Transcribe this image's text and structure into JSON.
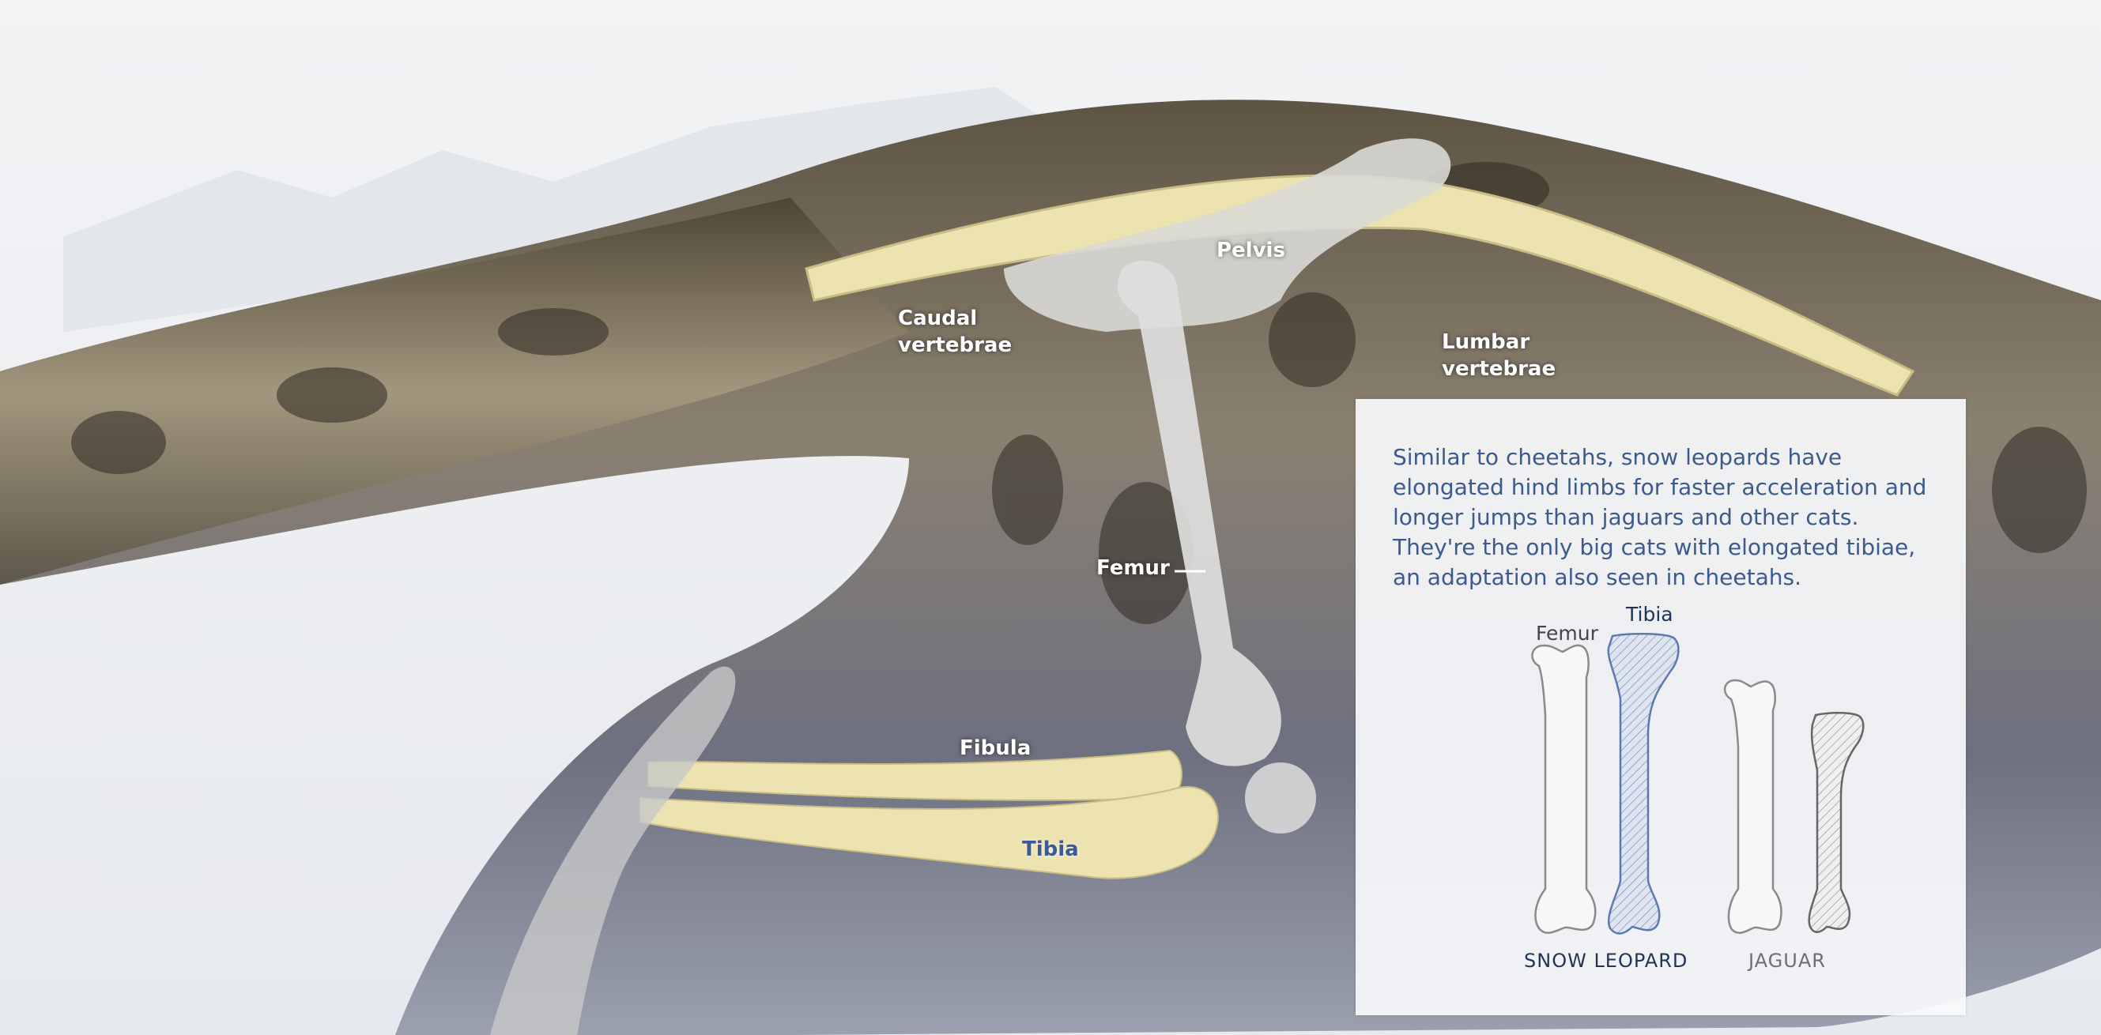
{
  "labels": {
    "pelvis": "Pelvis",
    "caudal_line1": "Caudal",
    "caudal_line2": "vertebrae",
    "lumbar_line1": "Lumbar",
    "lumbar_line2": "vertebrae",
    "femur": "Femur",
    "fibula": "Fibula",
    "tibia": "Tibia"
  },
  "infobox": {
    "text": "Similar to cheetahs, snow leopards have elongated hind limbs for faster acceleration and longer jumps than jaguars and other cats. They're the only big cats with elongated tibiae, an adaptation also seen in cheetahs.",
    "femur_label": "Femur",
    "tibia_label": "Tibia",
    "snow_leopard_label": "SNOW LEOPARD",
    "jaguar_label": "JAGUAR"
  },
  "colors": {
    "text_blue": "#3c5a8c",
    "bone_yellow": "#ece3b0",
    "bone_gray": "#d4d4d4",
    "dark_navy": "#1f3556",
    "jaguar_gray": "#6f6f6f"
  }
}
